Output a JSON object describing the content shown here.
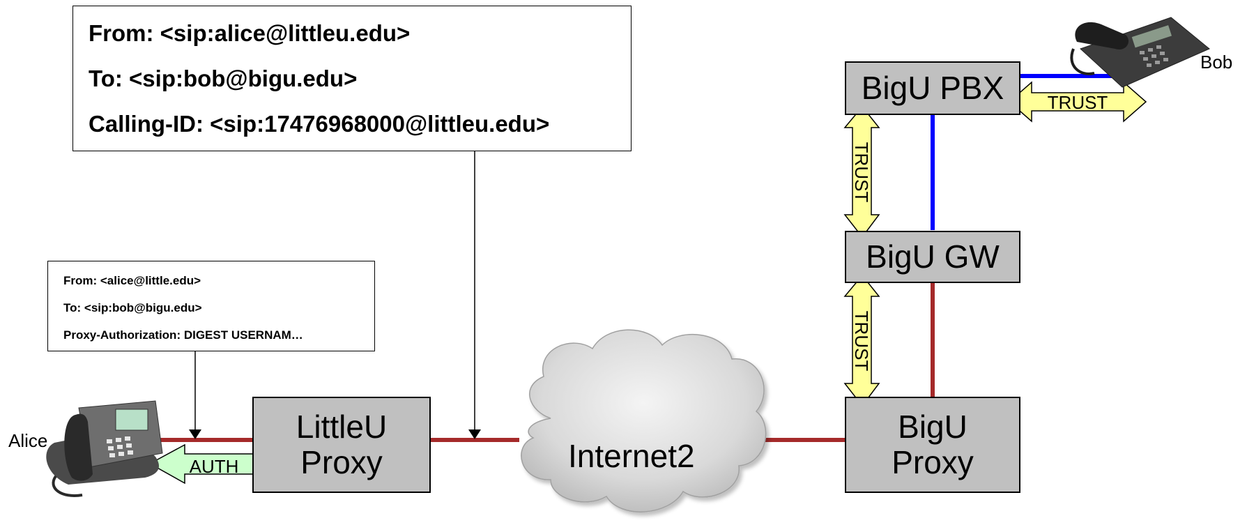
{
  "header_note": {
    "line1": "From: <sip:alice@littleu.edu>",
    "line2": "To: <sip:bob@bigu.edu>",
    "line3": "Calling-ID: <sip:17476968000@littleu.edu>"
  },
  "alice_note": {
    "line1": "From: <alice@little.edu>",
    "line2": "To: <sip:bob@bigu.edu>",
    "line3": "Proxy-Authorization: DIGEST USERNAM…"
  },
  "nodes": {
    "littleu_proxy": "LittleU\nProxy",
    "internet2": "Internet2",
    "bigu_proxy": "BigU\nProxy",
    "bigu_gw": "BigU GW",
    "bigu_pbx": "BigU PBX"
  },
  "people": {
    "alice": "Alice",
    "bob": "Bob"
  },
  "arrows": {
    "auth": "AUTH",
    "trust_pbx_phone": "TRUST",
    "trust_pbx_gw": "TRUST",
    "trust_gw_proxy": "TRUST"
  },
  "colors": {
    "wan_link": "#a52a2a",
    "pbx_link": "#0000ff",
    "box_fill": "#c0c0c0",
    "trust_fill": "#ffff99",
    "auth_fill": "#ccffcc"
  },
  "icons": [
    "desk-phone-icon",
    "cloud-icon"
  ]
}
